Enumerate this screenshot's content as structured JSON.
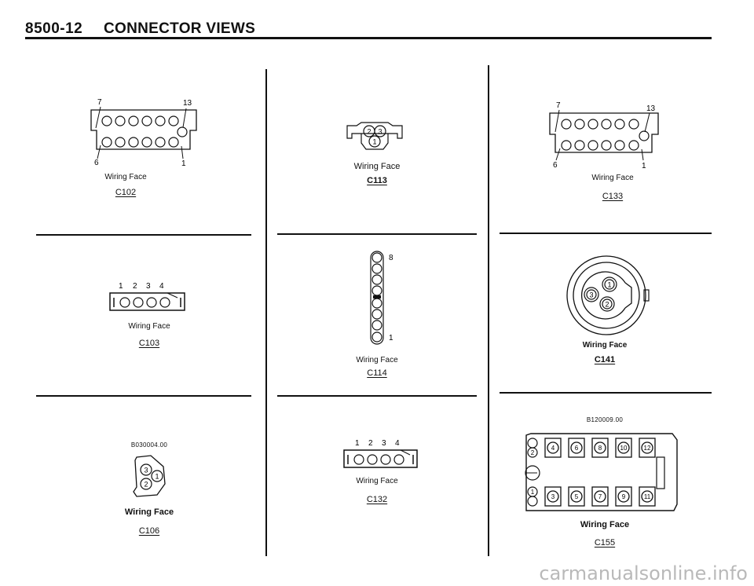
{
  "header": {
    "page_number": "8500-12",
    "title": "CONNECTOR VIEWS"
  },
  "wiring_face_label": "Wiring Face",
  "connectors": {
    "c102": {
      "id": "C102",
      "pin_labels": [
        "7",
        "13",
        "6",
        "1"
      ]
    },
    "c103": {
      "id": "C103",
      "pin_numbers": [
        "1",
        "2",
        "3",
        "4"
      ]
    },
    "c106": {
      "id": "C106",
      "ref": "B030004.00",
      "pins": [
        "3",
        "1",
        "2"
      ]
    },
    "c113": {
      "id": "C113",
      "pins": [
        "2",
        "3",
        "1"
      ]
    },
    "c114": {
      "id": "C114",
      "pin_labels": [
        "8",
        "1"
      ]
    },
    "c132": {
      "id": "C132",
      "pin_numbers": [
        "1",
        "2",
        "3",
        "4"
      ]
    },
    "c133": {
      "id": "C133",
      "pin_labels": [
        "7",
        "13",
        "6",
        "1"
      ]
    },
    "c141": {
      "id": "C141",
      "pins": [
        "1",
        "3",
        "2"
      ]
    },
    "c155": {
      "id": "C155",
      "ref": "B120009.00",
      "left_pins": [
        "2",
        "1"
      ],
      "top_pins": [
        "4",
        "6",
        "8",
        "10",
        "12"
      ],
      "bottom_pins": [
        "3",
        "5",
        "7",
        "9",
        "11"
      ]
    }
  },
  "watermark": "carmanualsonline.info"
}
